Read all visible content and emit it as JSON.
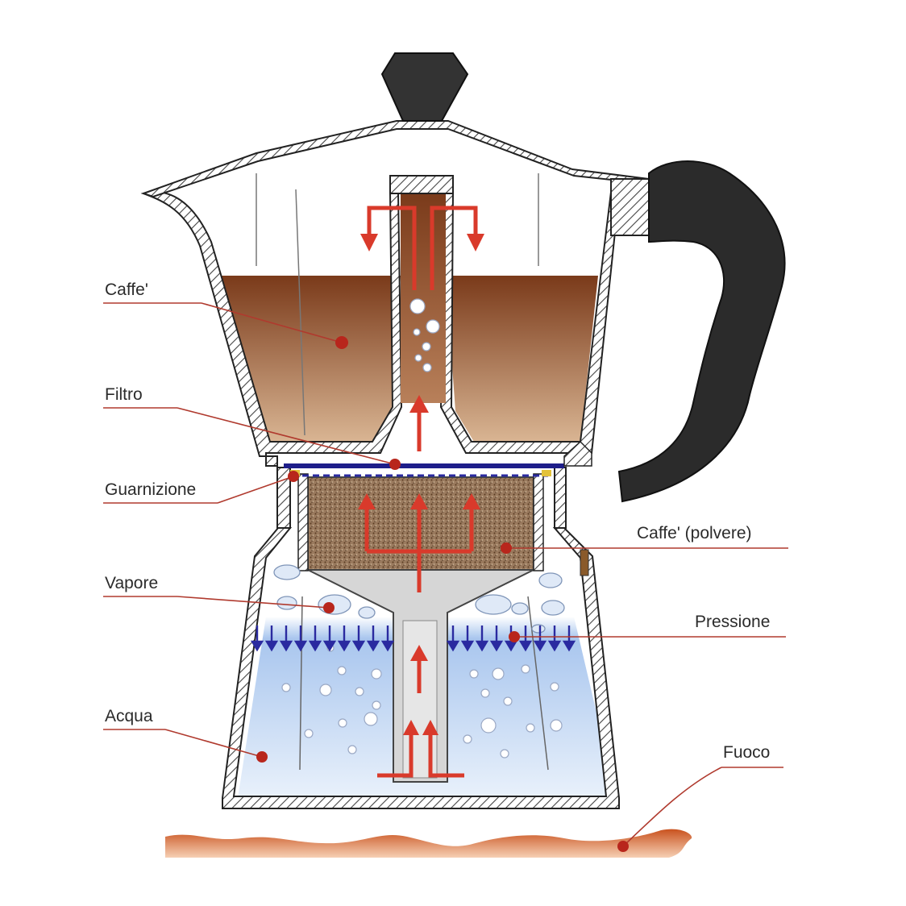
{
  "labels": {
    "coffee": "Caffe'",
    "filter": "Filtro",
    "gasket": "Guarnizione",
    "vapor": "Vapore",
    "water": "Acqua",
    "ground_coffee": "Caffe' (polvere)",
    "pressure": "Pressione",
    "fire": "Fuoco"
  },
  "colors": {
    "coffee": "#8a4a24",
    "water": "#bcd4f2",
    "arrow_red": "#d93a2b",
    "arrow_blue": "#2a2aa0",
    "handle": "#2b2b2b",
    "leader": "#b03a2e",
    "flame": "#e0784a"
  }
}
